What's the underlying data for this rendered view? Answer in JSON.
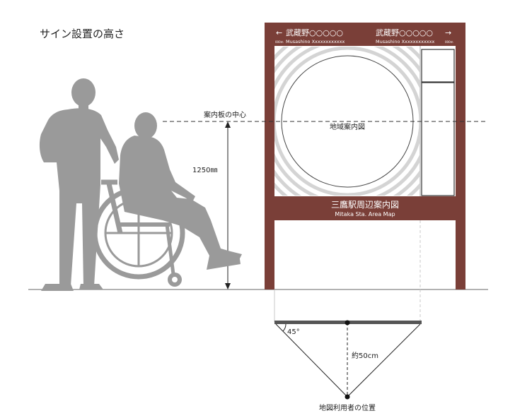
{
  "title": "サイン設置の高さ",
  "center_label": "案内板の中心",
  "height_label": "1250㎜",
  "map_label": "地域案内図",
  "sign_header": {
    "left_arrow": "←",
    "left_name": "武蔵野○○○○○",
    "left_romaji": "Musashino Xxxxxxxxxxxx",
    "left_small": "000m",
    "right_name": "武蔵野○○○○○",
    "right_arrow": "→",
    "right_romaji": "Musashino Xxxxxxxxxxxx",
    "right_small": "000m"
  },
  "bottom_panel": {
    "jp": "三鷹駅周辺案内図",
    "en": "Mitaka Sta. Area Map"
  },
  "angle_label": "45°",
  "distance_label": "約50cm",
  "viewer_label": "地図利用者の位置",
  "colors": {
    "post": "#7a3f38",
    "figure": "#9a9a9a",
    "line": "#222222",
    "guide": "#cccccc",
    "circle_bands": "#d4d4d4"
  }
}
